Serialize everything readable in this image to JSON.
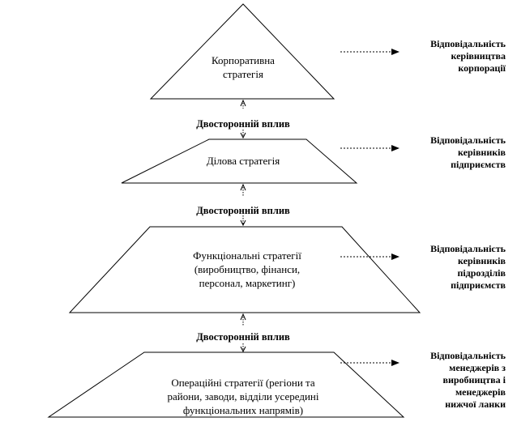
{
  "levels": [
    {
      "id": "corporate",
      "lines": [
        "Корпоративна",
        "стратегія"
      ]
    },
    {
      "id": "business",
      "lines": [
        "Ділова стратегія"
      ]
    },
    {
      "id": "functional",
      "lines": [
        "Функціональні  стратегії",
        "(виробництво, фінанси,",
        "персонал, маркетинг)"
      ]
    },
    {
      "id": "operational",
      "lines": [
        "Операційні стратегії  (регіони та",
        "райони, заводи, відділи усередині",
        "функціональних  напрямів)"
      ]
    }
  ],
  "influence_label": "Двосторонній вплив",
  "responsibility": [
    {
      "lines": [
        "Відповідальність",
        "керівництва",
        "корпорації"
      ]
    },
    {
      "lines": [
        "Відповідальність",
        "керівників",
        "підприємств"
      ]
    },
    {
      "lines": [
        "Відповідальність",
        "керівників",
        "підрозділів",
        "підприємств"
      ]
    },
    {
      "lines": [
        "Відповідальність",
        "менеджерів з",
        "виробництва і",
        "менеджерів",
        "нижчої ланки"
      ]
    }
  ]
}
